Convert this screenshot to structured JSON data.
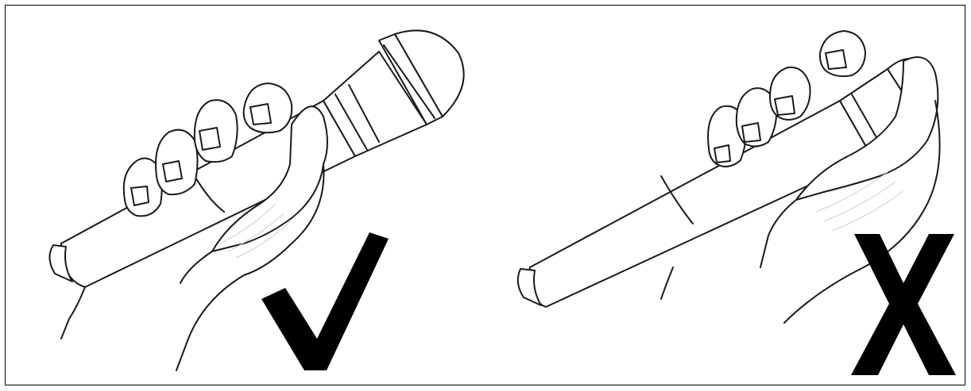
{
  "figure": {
    "panels": [
      {
        "id": "correct-grip",
        "verdict": "correct",
        "mark": "check-mark",
        "illustration": "hand-holding-microphone-by-handle"
      },
      {
        "id": "incorrect-grip",
        "verdict": "incorrect",
        "mark": "x-mark",
        "illustration": "hand-cupping-microphone-grille"
      }
    ],
    "colors": {
      "line": "#1a1a1a",
      "mark": "#000000",
      "background": "#ffffff",
      "border": "#000000"
    },
    "icons": [
      "check-mark-icon",
      "x-mark-icon",
      "microphone-icon",
      "hand-icon"
    ]
  }
}
